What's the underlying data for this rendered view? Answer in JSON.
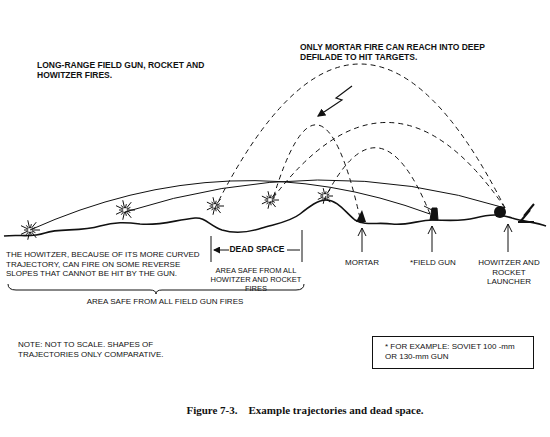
{
  "diagram": {
    "caption": "Figure 7-3.    Example trajectories and dead space.",
    "nodes": [
      {
        "text": [
          "* FOR EXAMPLE: SOVIET 100 -mm OR 130-mm GUN"
        ]
      }
    ],
    "edges": [],
    "labels": [
      "LONG-RANGE FIELD GUN, ROCKET AND HOWITZER FIRES.",
      "ONLY MORTAR FIRE CAN REACH INTO DEEP DEFILADE TO HIT TARGETS.",
      "THE HOWITZER, BECAUSE OF ITS MORE CURVED TRAJECTORY, CAN FIRE ON SOME REVERSE SLOPES THAT CANNOT BE HIT BY THE GUN.",
      "DEAD SPACE",
      "AREA SAFE FROM ALL HOWITZER AND ROCKET FIRES",
      "AREA SAFE FROM ALL FIELD GUN FIRES",
      "MORTAR",
      "*FIELD GUN",
      "HOWITZER AND ROCKET LAUNCHER",
      "NOTE: NOT TO SCALE. SHAPES OF TRAJECTORIES ONLY COMPARATIVE."
    ]
  }
}
